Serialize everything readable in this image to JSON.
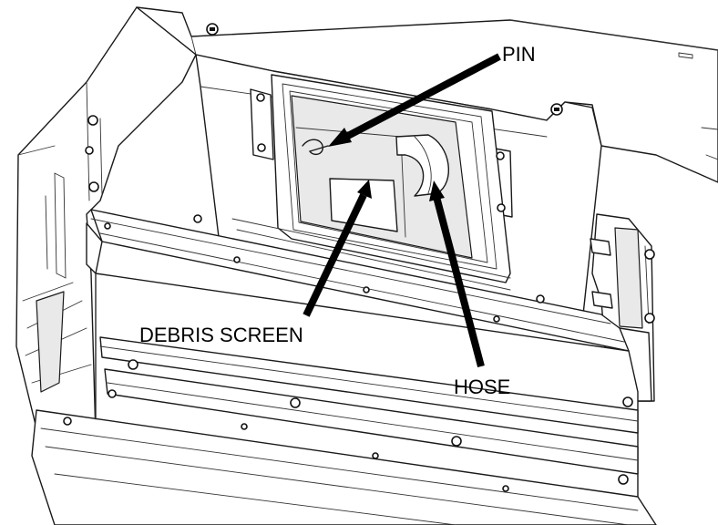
{
  "labels": {
    "pin": "PIN",
    "debris_screen": "DEBRIS SCREEN",
    "hose": "HOSE"
  },
  "colors": {
    "line": "#1a1a1a",
    "arrow": "#000000",
    "background": "#ffffff"
  }
}
